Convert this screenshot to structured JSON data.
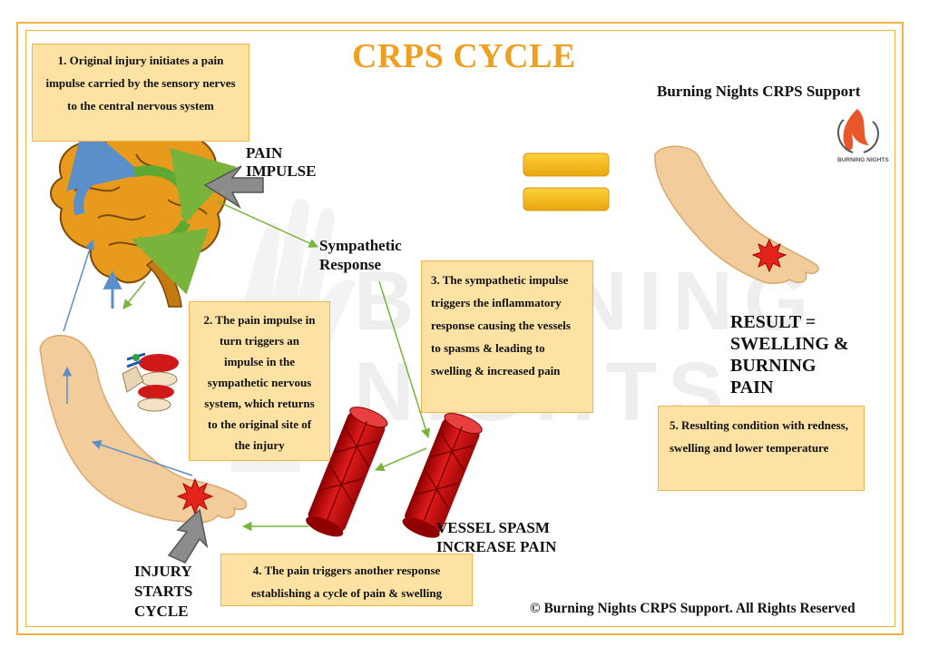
{
  "title": "CRPS CYCLE",
  "organization": "Burning Nights CRPS Support",
  "logo_text": "BURNING NIGHTS",
  "copyright": "© Burning Nights CRPS Support. All Rights Reserved",
  "watermark": {
    "line1": "BURNING",
    "line2": "NIGHTS"
  },
  "steps": [
    "1. Original injury initiates a pain impulse carried by the sensory nerves to the central nervous system",
    "2. The pain impulse in turn triggers an impulse in the sympathetic nervous system, which returns to the original site of the injury",
    "3. The sympathetic impulse triggers the inflammatory response causing the vessels to spasms & leading to swelling & increased pain",
    "4. The pain triggers another response establishing a cycle of pain & swelling",
    "5. Resulting condition with redness, swelling and lower temperature"
  ],
  "labels": {
    "pain_impulse": "PAIN IMPULSE",
    "sympathetic_response": "Sympathetic Response",
    "result": "RESULT = SWELLING & BURNING PAIN",
    "vessel_spasm": "VESSEL SPASM INCREASE PAIN",
    "injury_starts": "INJURY STARTS CYCLE"
  },
  "colors": {
    "title": "#f0a020",
    "box_fill": "#fde2a4",
    "box_border": "#f1b54c",
    "arrow_green": "#78b43c",
    "arrow_blue": "#5b8fc9",
    "skin": "#f3cc9b",
    "vessel_red": "#cc1111",
    "brain": "#e89a1c"
  }
}
